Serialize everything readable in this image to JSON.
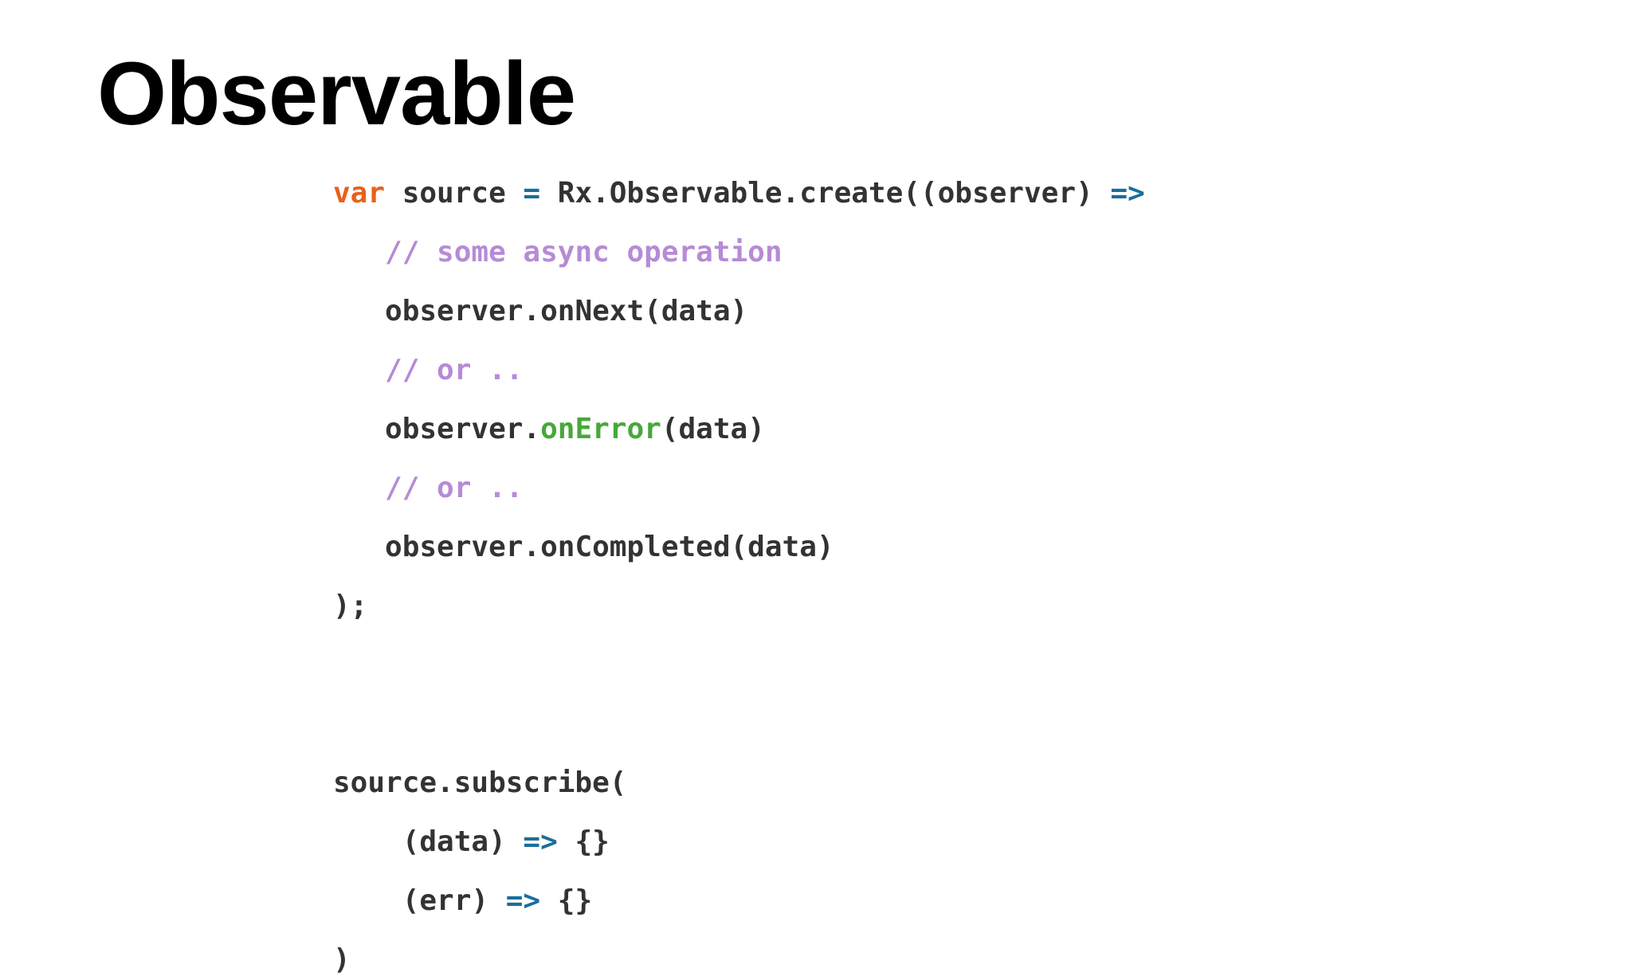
{
  "slide": {
    "title": "Observable"
  },
  "colors": {
    "keyword": "#e8611a",
    "operator": "#1a6e9c",
    "comment": "#b68bd6",
    "method_error": "#47a83a",
    "text": "#333333",
    "background": "#ffffff"
  },
  "code": {
    "lines": [
      {
        "indent": "",
        "tokens": [
          {
            "type": "keyword",
            "text": "var"
          },
          {
            "type": "plain",
            "text": " source "
          },
          {
            "type": "operator",
            "text": "="
          },
          {
            "type": "plain",
            "text": " Rx.Observable.create((observer) "
          },
          {
            "type": "operator",
            "text": "=>"
          }
        ]
      },
      {
        "indent": "   ",
        "tokens": [
          {
            "type": "comment",
            "text": "// some async operation"
          }
        ]
      },
      {
        "indent": "   ",
        "tokens": [
          {
            "type": "plain",
            "text": "observer.onNext(data)"
          }
        ]
      },
      {
        "indent": "   ",
        "tokens": [
          {
            "type": "comment",
            "text": "// or .."
          }
        ]
      },
      {
        "indent": "   ",
        "tokens": [
          {
            "type": "plain",
            "text": "observer."
          },
          {
            "type": "method_error",
            "text": "onError"
          },
          {
            "type": "plain",
            "text": "(data)"
          }
        ]
      },
      {
        "indent": "   ",
        "tokens": [
          {
            "type": "comment",
            "text": "// or .."
          }
        ]
      },
      {
        "indent": "   ",
        "tokens": [
          {
            "type": "plain",
            "text": "observer.onCompleted(data)"
          }
        ]
      },
      {
        "indent": "",
        "tokens": [
          {
            "type": "plain",
            "text": ");"
          }
        ]
      },
      {
        "indent": "",
        "tokens": [
          {
            "type": "plain",
            "text": "source.subscribe("
          }
        ]
      },
      {
        "indent": "    ",
        "tokens": [
          {
            "type": "plain",
            "text": "(data) "
          },
          {
            "type": "operator",
            "text": "=>"
          },
          {
            "type": "plain",
            "text": " {}"
          }
        ]
      },
      {
        "indent": "    ",
        "tokens": [
          {
            "type": "plain",
            "text": "(err) "
          },
          {
            "type": "operator",
            "text": "=>"
          },
          {
            "type": "plain",
            "text": " {}"
          }
        ]
      },
      {
        "indent": "",
        "tokens": [
          {
            "type": "plain",
            "text": ")"
          }
        ]
      }
    ]
  }
}
